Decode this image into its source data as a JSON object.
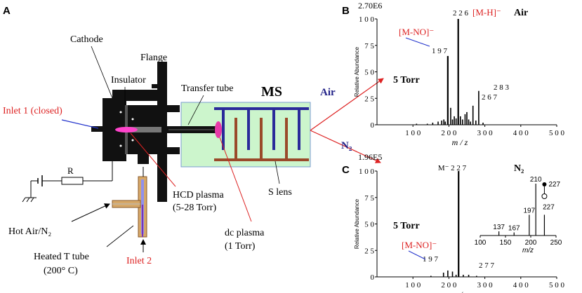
{
  "panel_labels": {
    "a": "A",
    "b": "B",
    "c": "C"
  },
  "diagram": {
    "cathode": "Cathode",
    "flange": "Flange",
    "insulator": "Insulator",
    "transfer_tube": "Transfer tube",
    "ms": "MS",
    "inlet1": "Inlet 1 (closed)",
    "resistor": "R",
    "hcd_plasma_1": "HCD plasma",
    "hcd_plasma_2": "(5-28 Torr)",
    "s_lens": "S lens",
    "hot_air": "Hot Air/N₂",
    "heated_t_1": "Heated T tube",
    "heated_t_2": "(200° C)",
    "inlet2": "Inlet 2",
    "dc_plasma_1": "dc plasma",
    "dc_plasma_2": "(1 Torr)",
    "air_arrow": "Air",
    "n2_arrow": "N₂"
  },
  "chart_data": [
    {
      "type": "bar",
      "panel": "B",
      "title": "Air",
      "scale": "2.70E6",
      "xlabel": "m / z",
      "ylabel": "Relative Abundance",
      "xlim": [
        0,
        500
      ],
      "ylim": [
        0,
        100
      ],
      "xticks": [
        "1 0 0",
        "2 0 0",
        "3 0 0",
        "4 0 0",
        "5 0 0"
      ],
      "yticks": [
        "0",
        "2 5",
        "5 0",
        "7 5",
        "1 0 0"
      ],
      "pressure": "5 Torr",
      "x": [
        110,
        140,
        155,
        170,
        180,
        186,
        190,
        197,
        205,
        210,
        215,
        220,
        226,
        232,
        238,
        245,
        250,
        255,
        260,
        267,
        275,
        283,
        295
      ],
      "values": [
        1,
        1,
        2,
        3,
        4,
        5,
        3,
        65,
        16,
        5,
        8,
        6,
        100,
        8,
        5,
        10,
        12,
        5,
        3,
        18,
        4,
        32,
        2
      ],
      "annotations": [
        {
          "x": 226,
          "label": "2 2 6"
        },
        {
          "x": 197,
          "label": "1 9 7"
        },
        {
          "x": 267,
          "label": "2 6 7"
        },
        {
          "x": 283,
          "label": "2 8 3"
        }
      ],
      "ion_labels": [
        "[M-H]⁻",
        "[M-NO]⁻"
      ],
      "colors": {
        "ion_label": "#dd2222",
        "leader": "#2233cc"
      }
    },
    {
      "type": "bar",
      "panel": "C",
      "title": "N₂",
      "scale": "1.96E5",
      "xlabel": "m / z",
      "ylabel": "Relative Abundance",
      "xlim": [
        0,
        500
      ],
      "ylim": [
        0,
        100
      ],
      "xticks": [
        "1 0 0",
        "2 0 0",
        "3 0 0",
        "4 0 0",
        "5 0 0"
      ],
      "yticks": [
        "0",
        "2 5",
        "5 0",
        "7 5",
        "1 0 0"
      ],
      "pressure": "5 Torr",
      "x": [
        150,
        185,
        197,
        210,
        220,
        227,
        240,
        255,
        277
      ],
      "values": [
        1,
        4,
        6,
        5,
        2,
        100,
        2,
        2,
        1
      ],
      "annotations": [
        {
          "x": 227,
          "label": "M⁻ 2 2 7"
        },
        {
          "x": 197,
          "label": "1 9 7"
        },
        {
          "x": 277,
          "label": "2 7 7"
        }
      ],
      "ion_labels": [
        "[M-NO]⁻"
      ],
      "inset": {
        "type": "bar",
        "xlabel": "m/z",
        "xlim": [
          100,
          250
        ],
        "xticks": [
          "100",
          "150",
          "200",
          "250"
        ],
        "x": [
          137,
          167,
          197,
          210,
          227
        ],
        "values": [
          8,
          6,
          40,
          100,
          40
        ],
        "labels": [
          "137",
          "167",
          "197",
          "210",
          "227"
        ],
        "marker_label": "227"
      }
    }
  ]
}
